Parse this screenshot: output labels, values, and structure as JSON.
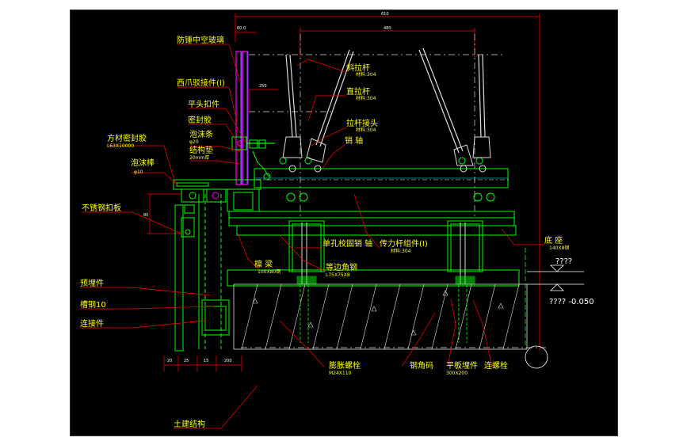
{
  "labels": {
    "l1": "防锤中空玻璃",
    "l2": "西爪驳接件(I)",
    "l3": "平头扣件",
    "l4": "密封胶",
    "l5": "泡沫条",
    "l5b": "φ20",
    "l6": "结构垫",
    "l6b": "20mm厚",
    "l7": "方材密封胶",
    "l7b": "L63X10000",
    "l8": "泡沫棒",
    "l8b": "φ10",
    "l9": "不锈钢扣板",
    "l10": "预埋件",
    "l11": "槽钢10",
    "l12": "连接件",
    "l13": "土建结构",
    "r1": "斜拉杆",
    "r1b": "材料:304",
    "r2": "直拉杆",
    "r2b": "材料:304",
    "r3": "拉杆接头",
    "r3b": "材料:304",
    "r4": "销 轴",
    "r5": "单孔校固销 轴",
    "r6": "传力杆组件(I)",
    "r6b": "材料:304",
    "r7": "檩 梁",
    "r7b": "100X80钢",
    "r8": "等边角钢",
    "r8b": "L75X75X8",
    "r9": "底 座",
    "r9b": "140X8钢",
    "r10": "????",
    "r11": "???? -0.050",
    "r12": "膨胀螺栓",
    "r12b": "M24X110",
    "r13": "钢角码",
    "r14": "平板埋件",
    "r14b": "300X200",
    "r15": "连螺栓",
    "d1": "610",
    "d2": "480",
    "d3": "250",
    "d4": "60.0",
    "d5": "80",
    "d6": "20",
    "d7": "25",
    "d8": "15",
    "d9": "200"
  },
  "colors": {
    "background": "#000000",
    "label": "#ffff00",
    "structure": "#00ff00",
    "glass": "#ff00ff",
    "leader": "#ff0000",
    "rod": "#dcdcdc",
    "dimension": "#ffffff",
    "cyan": "#00ffff",
    "blue": "#3c5aff"
  }
}
